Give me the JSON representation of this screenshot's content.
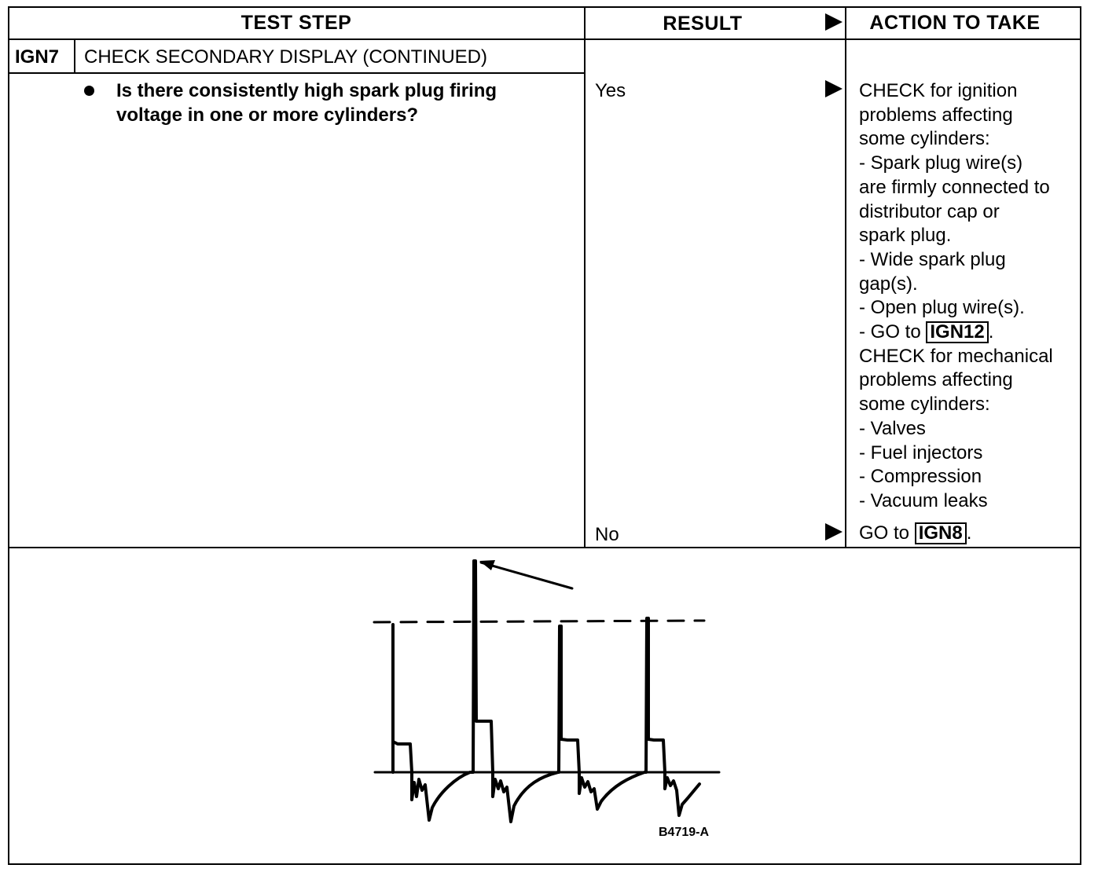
{
  "header": {
    "test_step": "TEST STEP",
    "result": "RESULT",
    "action": "ACTION TO TAKE"
  },
  "step": {
    "id": "IGN7",
    "title": "CHECK SECONDARY DISPLAY (CONTINUED)",
    "question_lines": [
      "Is there consistently high spark plug firing",
      "voltage in one or more cylinders?"
    ]
  },
  "results": {
    "yes": "Yes",
    "no": "No"
  },
  "actions_yes": {
    "l1": "CHECK for ignition",
    "l2": "problems affecting",
    "l3": "some cylinders:",
    "l4": "- Spark plug wire(s)",
    "l5": "are firmly connected to",
    "l6": "distributor cap or",
    "l7": "spark plug.",
    "l8": "- Wide spark plug",
    "l9": "gap(s).",
    "l10": "- Open plug wire(s).",
    "goto_prefix": "- GO to ",
    "goto_ref": "IGN12",
    "goto_suffix": ".",
    "l12": "CHECK for mechanical",
    "l13": "problems affecting",
    "l14": "some cylinders:",
    "l15": "- Valves",
    "l16": "- Fuel injectors",
    "l17": "- Compression",
    "l18": "- Vacuum leaks"
  },
  "actions_no": {
    "prefix": "GO to ",
    "ref": "IGN8",
    "suffix": "."
  },
  "figure": {
    "caption": "B4719-A"
  }
}
